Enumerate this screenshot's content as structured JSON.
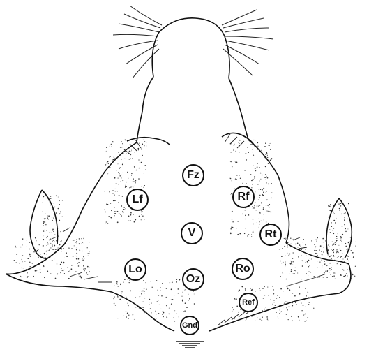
{
  "electrodes": [
    {
      "id": "fz",
      "label": "Fz"
    },
    {
      "id": "lf",
      "label": "Lf"
    },
    {
      "id": "rf",
      "label": "Rf"
    },
    {
      "id": "v",
      "label": "V"
    },
    {
      "id": "rt",
      "label": "Rt"
    },
    {
      "id": "lo",
      "label": "Lo"
    },
    {
      "id": "oz",
      "label": "Oz"
    },
    {
      "id": "ro",
      "label": "Ro"
    },
    {
      "id": "ref",
      "label": "Ref"
    },
    {
      "id": "gnd",
      "label": "Gnd"
    }
  ],
  "colors": {
    "ink": "#111111",
    "background": "#ffffff",
    "stipple": "#333333"
  }
}
